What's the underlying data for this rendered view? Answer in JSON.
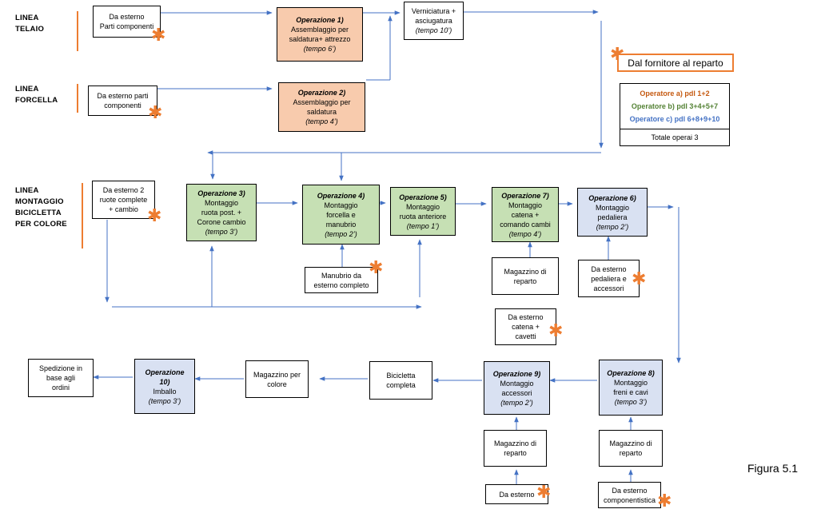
{
  "lines": {
    "telaio": [
      "LINEA",
      "TELAIO"
    ],
    "forcella": [
      "LINEA",
      "FORCELLA"
    ],
    "montaggio": [
      "LINEA",
      "MONTAGGIO",
      "BICICLETTA",
      "PER COLORE"
    ]
  },
  "boxes": {
    "ext_telaio": [
      "Da esterno",
      "Parti componenti"
    ],
    "op1": {
      "title": "Operazione 1)",
      "body": [
        "Assemblaggio per",
        "saldatura+ attrezzo"
      ],
      "time": "(tempo 6’)"
    },
    "vern": {
      "body": [
        "Verniciatura +",
        "asciugatura"
      ],
      "time": "(tempo 10’)"
    },
    "ext_forcella": [
      "Da esterno parti",
      "componenti"
    ],
    "op2": {
      "title": "Operazione 2)",
      "body": [
        "Assemblaggio per",
        "saldatura"
      ],
      "time": "(tempo 4’)"
    },
    "ext_ruote": [
      "Da esterno 2",
      "ruote complete",
      "+ cambio"
    ],
    "op3": {
      "title": "Operazione 3)",
      "body": [
        "Montaggio",
        "ruota post. +",
        "Corone cambio"
      ],
      "time": "(tempo 3’)"
    },
    "op4": {
      "title": "Operazione 4)",
      "body": [
        "Montaggio",
        "forcella e",
        "manubrio"
      ],
      "time": "(tempo 2’)"
    },
    "op5": {
      "title": "Operazione 5)",
      "body": [
        "Montaggio",
        "ruota anteriore"
      ],
      "time": "(tempo 1’)"
    },
    "op7": {
      "title": "Operazione 7)",
      "body": [
        "Montaggio",
        "catena +",
        "comando cambi"
      ],
      "time": "(tempo 4’)"
    },
    "op6": {
      "title": "Operazione 6)",
      "body": [
        "Montaggio",
        "pedaliera"
      ],
      "time": "(tempo 2’)"
    },
    "manubrio": [
      "Manubrio da",
      "esterno completo"
    ],
    "mag_op7": [
      "Magazzino di",
      "reparto"
    ],
    "ext_pedaliera": [
      "Da esterno",
      "pedaliera e",
      "accessori"
    ],
    "ext_catena": [
      "Da esterno",
      "catena +",
      "cavetti"
    ],
    "spedizione": [
      "Spedizione in",
      "base agli",
      "ordini"
    ],
    "op10": {
      "title": "Operazione",
      "title2": "10)",
      "body": [
        "Imballo"
      ],
      "time": "(tempo 3’)"
    },
    "mag_colore": [
      "Magazzino per",
      "colore"
    ],
    "bici": [
      "Bicicletta",
      "completa"
    ],
    "op9": {
      "title": "Operazione 9)",
      "body": [
        "Montaggio",
        "accessori"
      ],
      "time": "(tempo 2’)"
    },
    "op8": {
      "title": "Operazione 8)",
      "body": [
        "Montaggio",
        "freni e cavi"
      ],
      "time": "(tempo 3’)"
    },
    "mag_op9": [
      "Magazzino di",
      "reparto"
    ],
    "mag_op8": [
      "Magazzino di",
      "reparto"
    ],
    "ext_op9": [
      "Da esterno"
    ],
    "ext_op8": [
      "Da esterno",
      "componentistica"
    ]
  },
  "supplier_note": "Dal fornitore al reparto",
  "legend": {
    "rows": [
      {
        "text": "Operatore a)  pdl 1+2",
        "color": "#c55a11"
      },
      {
        "text": "Operatore b) pdl 3+4+5+7",
        "color": "#548235"
      },
      {
        "text": "Operatore c) pdl 6+8+9+10",
        "color": "#4472c4"
      }
    ],
    "total": "Totale operai 3"
  },
  "figure_caption": "Figura 5.1",
  "colors": {
    "arrow": "#4472c4",
    "accent": "#ed7d31",
    "orange_fill": "#f8cbad",
    "green_fill": "#c6e0b4",
    "blue_fill": "#d9e1f2"
  }
}
